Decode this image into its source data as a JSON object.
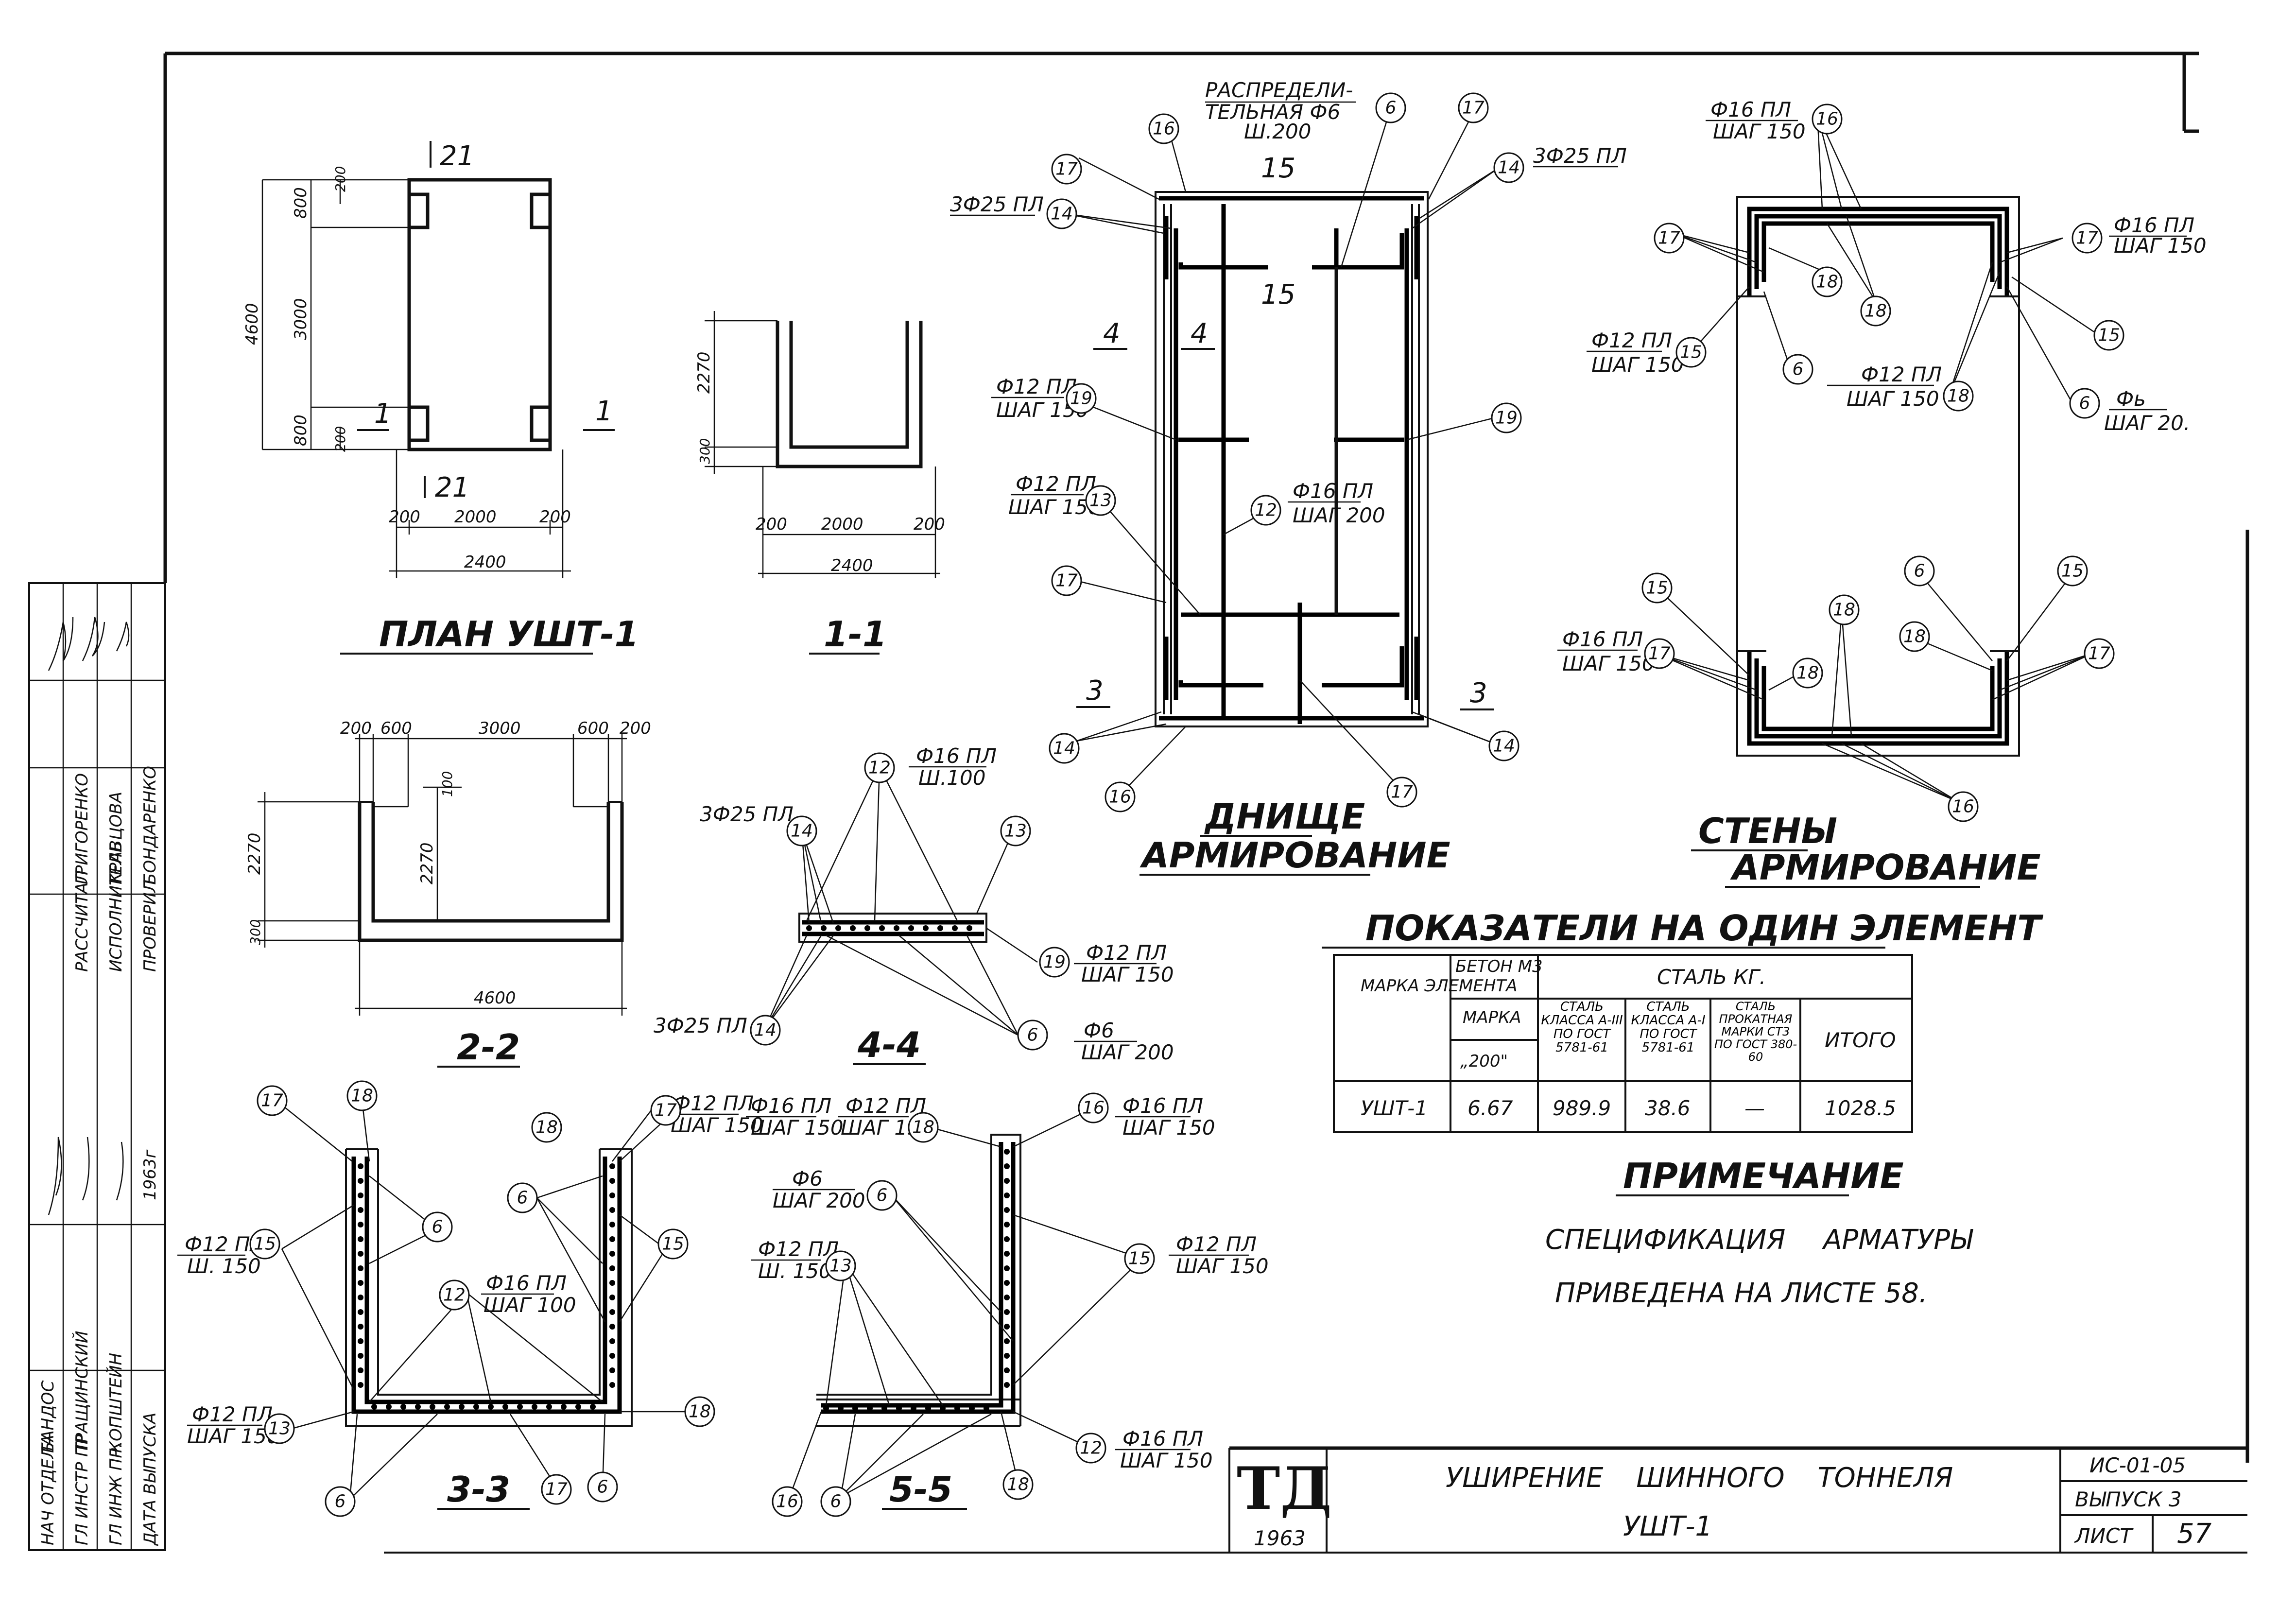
{
  "views": {
    "plan": {
      "title": "ПЛАН УШТ-1",
      "dims": [
        "4600",
        "800",
        "3000",
        "800",
        "200",
        "200",
        "200",
        "2000",
        "200",
        "2400"
      ],
      "marks": [
        "21",
        "21",
        "1",
        "1"
      ]
    },
    "s11": {
      "title": "1-1",
      "dims": [
        "2270",
        "300",
        "200",
        "2000",
        "200",
        "2400"
      ]
    },
    "s22": {
      "title": "2-2",
      "dims": [
        "200",
        "600",
        "3000",
        "600",
        "200",
        "2270",
        "2270",
        "100",
        "300",
        "4600"
      ]
    },
    "bottom": {
      "title": "ДНИЩЕ",
      "subtitle": "АРМИРОВАНИЕ",
      "labels": [
        "РАСПРЕДЕЛИ-",
        "ТЕЛЬНАЯ Ф6",
        "Ш.200",
        "3Ф25 ПЛ",
        "3Ф25 ПЛ",
        "Ф12 ПЛ",
        "ШАГ 150",
        "Ф12 ПЛ",
        "ШАГ 150",
        "Ф16 ПЛ",
        "ШАГ 200"
      ],
      "marks": [
        "15",
        "15",
        "4",
        "4",
        "3",
        "3"
      ]
    },
    "walls": {
      "title": "СТЕНЫ",
      "subtitle": "АРМИРОВАНИЕ",
      "labels": [
        "Ф16 ПЛ",
        "ШАГ 150",
        "Ф16 ПЛ",
        "ШАГ 150",
        "Ф12 ПЛ",
        "ШАГ 150",
        "Ф12 ПЛ",
        "ШАГ 150",
        "Фь",
        "ШАГ 20.",
        "Ф16 ПЛ",
        "ШАГ 150"
      ]
    },
    "s44": {
      "title": "4-4",
      "labels": [
        "Ф16 ПЛ",
        "Ш.100",
        "3Ф25 ПЛ",
        "3Ф25 ПЛ",
        "Ф12 ПЛ",
        "ШАГ 150",
        "Ф6",
        "ШАГ 200"
      ]
    },
    "s33": {
      "title": "3-3",
      "labels": [
        "Ф12 ПЛ",
        "ШАГ 150",
        "Ф16 ПЛ",
        "ШАГ 150",
        "Ф12 ПЛ",
        "Ш. 150",
        "Ф16 ПЛ",
        "ШАГ 100",
        "Ф12 ПЛ",
        "ШАГ 150"
      ]
    },
    "s55": {
      "title": "5-5",
      "labels": [
        "Ф12 ПЛ",
        "ШАГ 150",
        "Ф16 ПЛ",
        "ШАГ 150",
        "Ф6",
        "ШАГ 200",
        "Ф12 ПЛ",
        "Ш. 150",
        "Ф12 ПЛ",
        "ШАГ 150",
        "Ф16 ПЛ",
        "ШАГ 150"
      ]
    }
  },
  "indicators": {
    "title": "ПОКАЗАТЕЛИ НА ОДИН ЭЛЕМЕНТ",
    "h_mark": "МАРКА ЭЛЕМЕНТА",
    "h_concrete": "БЕТОН М3",
    "h_concrete_grade": "МАРКА",
    "h_grade_value": "„200\"",
    "h_steel": "СТАЛЬ КГ.",
    "h_steel_cols": [
      "СТАЛЬ КЛАССА А-III ПО ГОСТ 5781-61",
      "СТАЛЬ КЛАССА А-I ПО ГОСТ 5781-61",
      "СТАЛЬ ПРОКАТНАЯ МАРКИ СТ3 ПО ГОСТ 380-60",
      "ИТОГО"
    ],
    "row": {
      "mark": "УШТ-1",
      "concrete": "6.67",
      "a3": "989.9",
      "a1": "38.6",
      "st3": "—",
      "total": "1028.5"
    }
  },
  "note": {
    "title": "ПРИМЕЧАНИЕ",
    "line1": "СПЕЦИФИКАЦИЯ  АРМАТУРЫ",
    "line2": "ПРИВЕДЕНА НА ЛИСТЕ 58."
  },
  "titleblock": {
    "logo": "ТД",
    "year": "1963",
    "name1": "УШИРЕНИЕ  ШИННОГО  ТОННЕЛЯ",
    "name2": "УШТ-1",
    "code": "ИС-01-05",
    "issue": "ВЫПУСК 3",
    "sheet_label": "ЛИСТ",
    "sheet_no": "57"
  },
  "stamp": {
    "roles": [
      "НАЧ ОТДЕЛА",
      "ГЛ ИНСТР ПР",
      "ГЛ ИНЖ ПР.",
      "ДАТА ВЫПУСКА"
    ],
    "names": [
      "БАНДОС",
      "ТРАЩИНСКИЙ",
      "КОПШТЕЙН"
    ],
    "roles2": [
      "РАССЧИТАЛ",
      "ИСПОЛНИТЕЛЬ",
      "ПРОВЕРИЛ"
    ],
    "names2": [
      "ГРИГОРЕНКО",
      "КРАВЦОВА",
      "БОНДАРЕНКО"
    ],
    "date": "1963г"
  },
  "callouts": [
    "6",
    "12",
    "13",
    "14",
    "15",
    "16",
    "17",
    "18",
    "19"
  ]
}
